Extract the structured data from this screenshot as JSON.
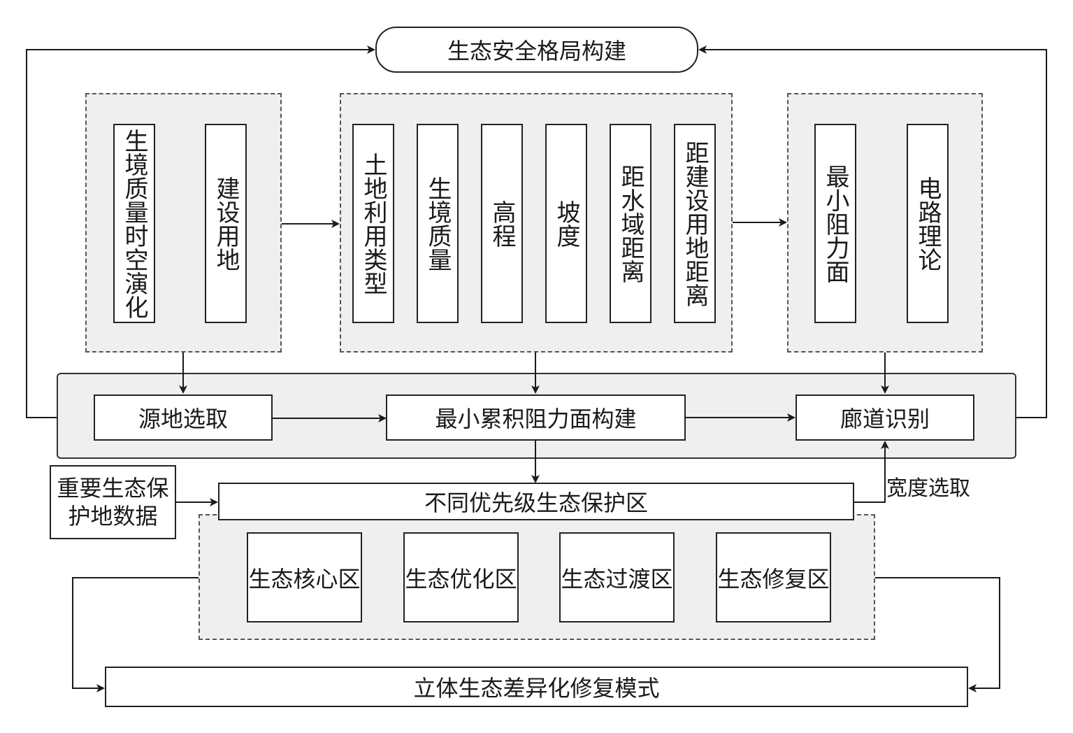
{
  "top": {
    "title": "生态安全格局构建"
  },
  "groups": {
    "source_factors": [
      "生境质量时空演化",
      "建设用地"
    ],
    "resistance_factors": [
      "土地利用类型",
      "生境质量",
      "高程",
      "坡度",
      "距水域距离",
      "距建设用地距离"
    ],
    "corridor_methods": [
      "最小阻力面",
      "电路理论"
    ]
  },
  "process": {
    "step1": "源地选取",
    "step2": "最小累积阻力面构建",
    "step3": "廊道识别"
  },
  "protection": {
    "input": "重要生态保护地数据",
    "title": "不同优先级生态保护区",
    "width_label": "宽度选取",
    "zones": [
      "生态核心区",
      "生态优化区",
      "生态过渡区",
      "生态修复区"
    ]
  },
  "bottom": {
    "title": "立体生态差异化修复模式"
  }
}
